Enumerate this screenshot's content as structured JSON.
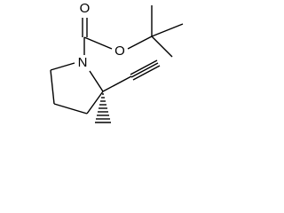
{
  "molecule": {
    "atoms": {
      "carbonyl_oxygen": "O",
      "ester_oxygen": "O",
      "ring_nitrogen": "N"
    },
    "colors": {
      "ink": "#000000",
      "background": "#ffffff"
    }
  }
}
